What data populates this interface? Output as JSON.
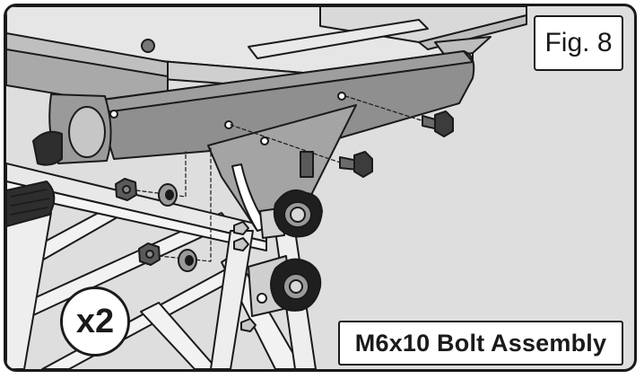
{
  "figure": {
    "label": "Fig. 8",
    "quantity": "x2",
    "caption": "M6x10 Bolt Assembly"
  },
  "colors": {
    "background": "#dedede",
    "metal_dark": "#8a8a8a",
    "metal_mid": "#a9a9a9",
    "metal_light": "#e6e6e6",
    "outline": "#1a1a1a"
  },
  "icons": [
    "bolt-icon",
    "nut-icon",
    "washer-icon",
    "knob-icon"
  ]
}
